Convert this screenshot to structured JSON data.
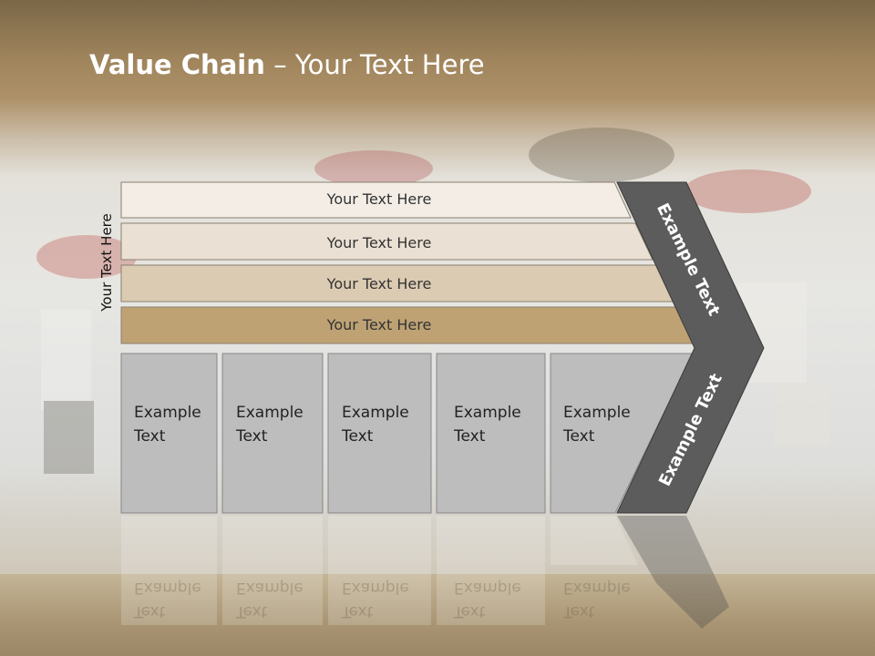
{
  "slide": {
    "title_bold": "Value Chain",
    "title_rest": " – Your Text Here",
    "side_label": "Your Text Here"
  },
  "bars": [
    {
      "label": "Your Text Here",
      "color": "#f3ede6"
    },
    {
      "label": "Your Text Here",
      "color": "#eae0d3"
    },
    {
      "label": "Your Text Here",
      "color": "#dbcbb2"
    },
    {
      "label": "Your Text Here",
      "color": "#bea274"
    }
  ],
  "boxes": [
    {
      "line1": "Example",
      "line2": "Text"
    },
    {
      "line1": "Example",
      "line2": "Text"
    },
    {
      "line1": "Example",
      "line2": "Text"
    },
    {
      "line1": "Example",
      "line2": "Text"
    },
    {
      "line1": "Example",
      "line2": "Text"
    }
  ],
  "arrow": {
    "upper_label": "Example Text",
    "lower_label": "Example Text",
    "color": "#5c5c5c"
  }
}
